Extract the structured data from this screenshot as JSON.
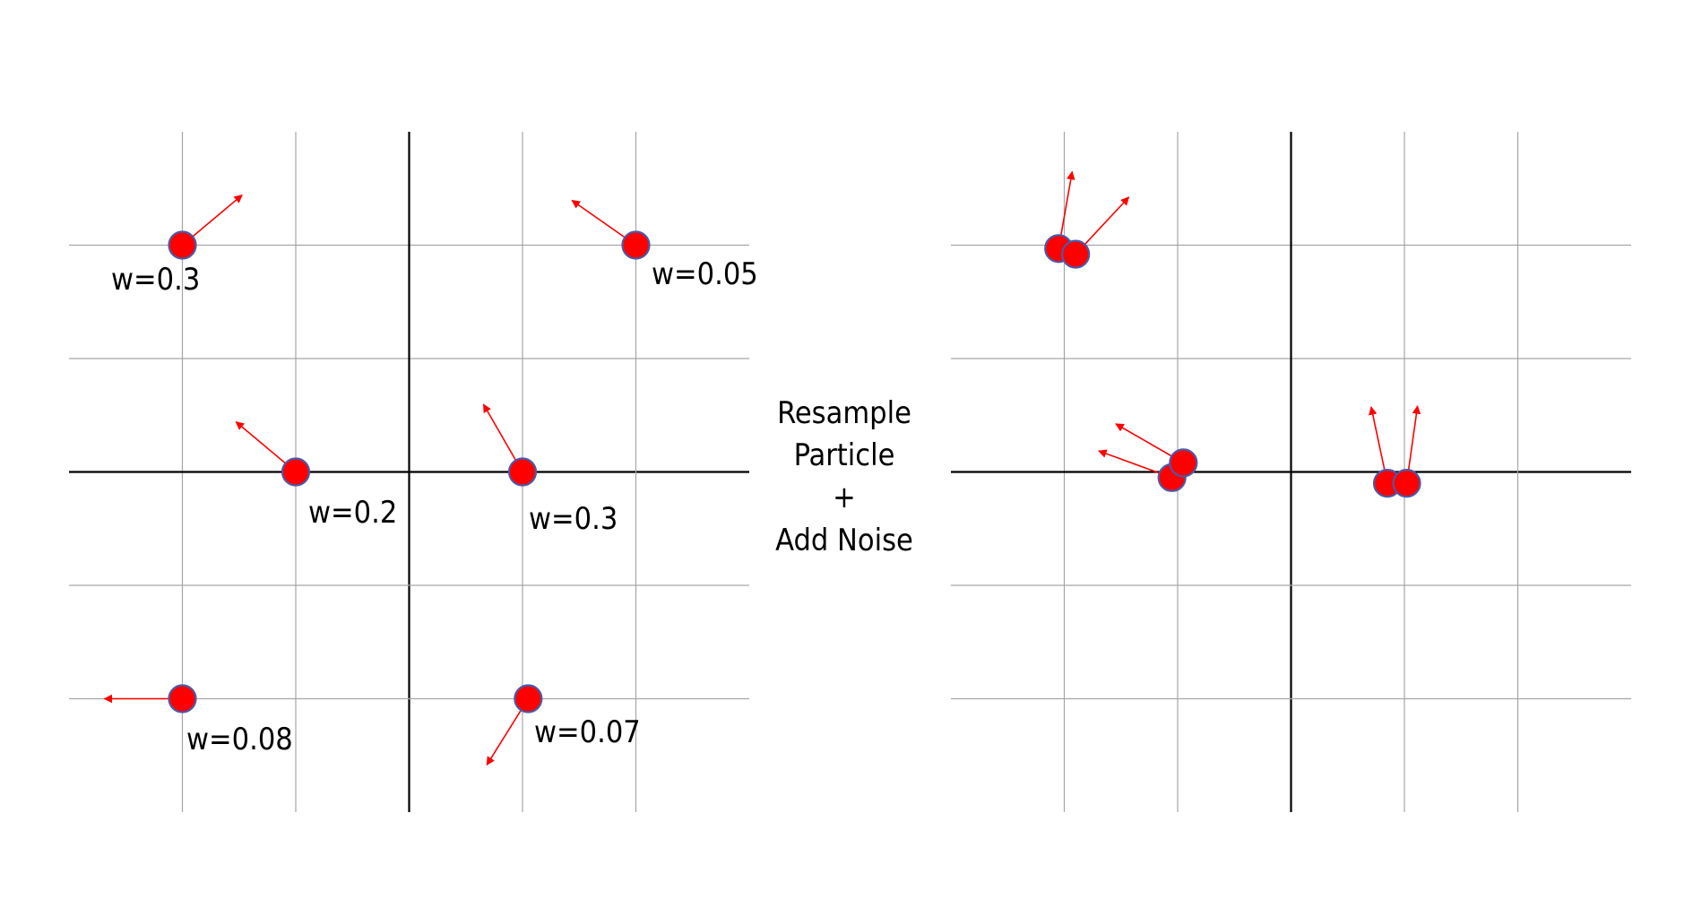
{
  "left_panel": {
    "particles": [
      {
        "gx": 1,
        "gy": 1,
        "dir_deg": 40,
        "weight": "w=0.3"
      },
      {
        "gx": 5,
        "gy": 1,
        "dir_deg": 145,
        "weight": "w=0.05"
      },
      {
        "gx": 2,
        "gy": 3,
        "dir_deg": 140,
        "weight": "w=0.2"
      },
      {
        "gx": 4,
        "gy": 3,
        "dir_deg": 120,
        "weight": "w=0.3"
      },
      {
        "gx": 1,
        "gy": 5,
        "dir_deg": 180,
        "weight": "w=0.08"
      },
      {
        "gx": 4.05,
        "gy": 5,
        "dir_deg": 238,
        "weight": "w=0.07"
      }
    ]
  },
  "middle": {
    "line1": "Resample",
    "line2": "Particle",
    "line3": "+",
    "line4": "Add Noise"
  },
  "right_panel": {
    "particles": [
      {
        "gx": 0.95,
        "gy": 1.03,
        "dir_deg": 80
      },
      {
        "gx": 1.1,
        "gy": 1.08,
        "dir_deg": 47
      },
      {
        "gx": 1.95,
        "gy": 3.05,
        "dir_deg": 160
      },
      {
        "gx": 2.05,
        "gy": 2.92,
        "dir_deg": 150
      },
      {
        "gx": 3.85,
        "gy": 3.1,
        "dir_deg": 102
      },
      {
        "gx": 4.02,
        "gy": 3.1,
        "dir_deg": 82
      }
    ]
  },
  "colors": {
    "particle_fill": "#ff0000",
    "particle_stroke": "#4a5aa8",
    "arrow": "#ff0000",
    "grid_minor": "#a6a6a6",
    "axis": "#000000"
  }
}
